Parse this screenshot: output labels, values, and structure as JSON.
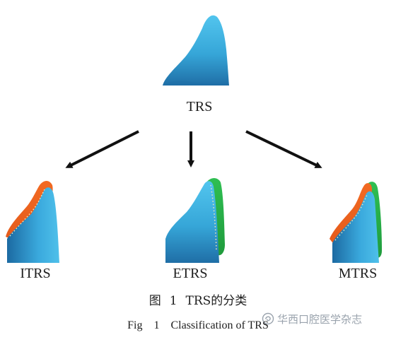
{
  "labels": {
    "top": "TRS",
    "left": "ITRS",
    "center": "ETRS",
    "right": "MTRS"
  },
  "caption_cn": {
    "prefix": "图",
    "number": "1",
    "text": "TRS的分类"
  },
  "caption_en": {
    "prefix": "Fig",
    "number": "1",
    "text": "Classification of TRS"
  },
  "watermark": {
    "text": "华西口腔医学杂志",
    "icon": "wechat-official-account-icon"
  },
  "colors": {
    "tooth_light": "#45b9e6",
    "tooth_dark": "#1f6fa8",
    "orange_layer": "#f0641e",
    "green_layer": "#27b24a",
    "arrow": "#111111"
  }
}
